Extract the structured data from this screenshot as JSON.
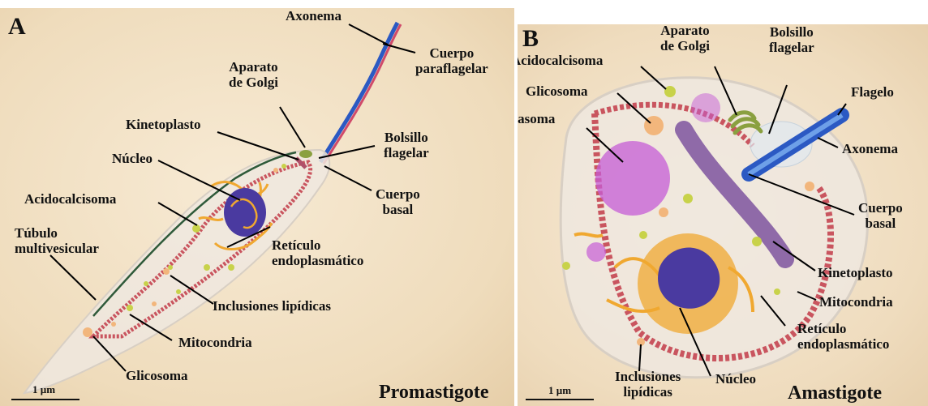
{
  "panel_a": {
    "letter": "A",
    "stage": "Promastigote",
    "scale": "1 µm",
    "labels": {
      "axonema": "Axonema",
      "cuerpo_paraflagelar": "Cuerpo\nparaflagelar",
      "aparato_golgi": "Aparato\nde Golgi",
      "kinetoplasto": "Kinetoplasto",
      "nucleo": "Núcleo",
      "bolsillo_flagelar": "Bolsillo\nflagelar",
      "cuerpo_basal": "Cuerpo\nbasal",
      "acidocalcisoma": "Acidocalcisoma",
      "tubulo": "Túbulo\nmultivesicular",
      "reticulo": "Retículo\nendoplasmático",
      "inclusiones": "Inclusiones lipídicas",
      "mitocondria": "Mitocondria",
      "glicosoma": "Glicosoma"
    }
  },
  "panel_b": {
    "letter": "B",
    "stage": "Amastigote",
    "scale": "1 µm",
    "labels": {
      "aparato_golgi": "Aparato\nde Golgi",
      "bolsillo_flagelar": "Bolsillo\nflagelar",
      "acidocalcisoma": "Acidocalcisoma",
      "glicosoma": "Glicosoma",
      "flagelo": "Flagelo",
      "megasoma": "Megasoma",
      "axonema": "Axonema",
      "cuerpo_basal": "Cuerpo\nbasal",
      "kinetoplasto": "Kinetoplasto",
      "mitocondria": "Mitocondria",
      "reticulo": "Retículo\nendoplasmático",
      "inclusiones": "Inclusiones\nlipídicas",
      "nucleo": "Núcleo"
    }
  },
  "colors": {
    "background": "#efdcbc",
    "mitochondria": "#c9555f",
    "nucleus": "#4a3aa0",
    "reticulum": "#f0a830",
    "megasome": "#c65cd6",
    "flagellum_blue": "#2b59c3",
    "golgi": "#8aa040"
  }
}
